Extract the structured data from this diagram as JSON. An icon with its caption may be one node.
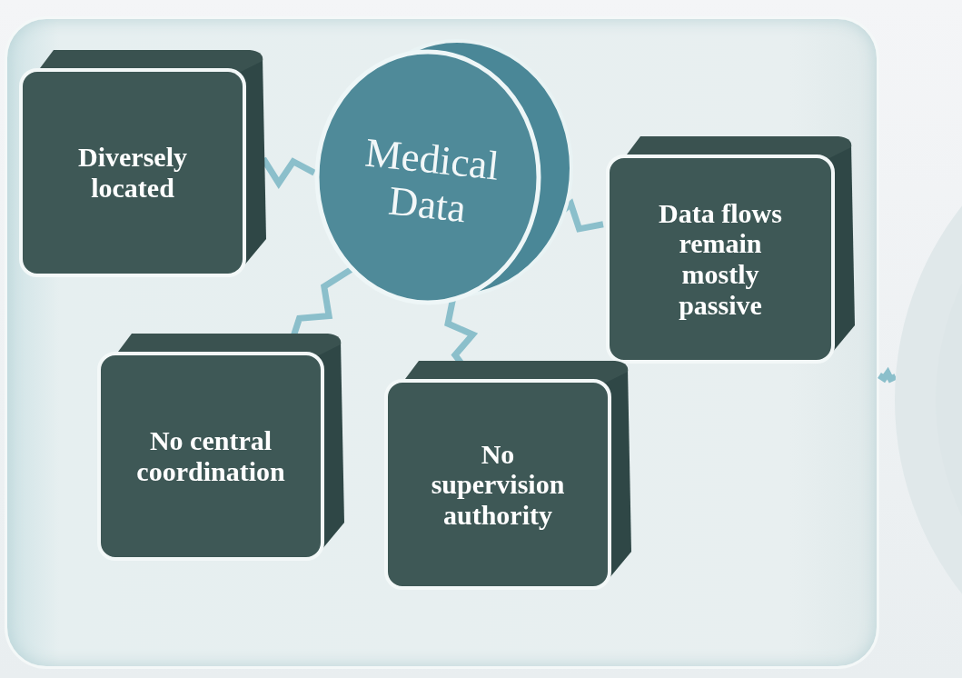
{
  "diagram": {
    "nodes": [
      {
        "text": [],
        "shape": "box"
      },
      {
        "text": [
          "Medical Data"
        ],
        "in": 0
      },
      {
        "text": [
          "Diversely located"
        ],
        "in": 0
      },
      {
        "text": [
          "Data flows remain mostly passive"
        ],
        "in": 0
      },
      {
        "text": [
          "No central coordination"
        ],
        "in": 0
      },
      {
        "text": [
          "No supervision authority"
        ],
        "in": 0
      },
      {
        "text": [],
        "shape": "circle"
      }
    ],
    "edges": [
      {
        "from": 1,
        "to": 2,
        "arrow": "none"
      },
      {
        "from": 1,
        "to": 3,
        "arrow": "none"
      },
      {
        "from": 1,
        "to": 4,
        "arrow": "none"
      },
      {
        "from": 1,
        "to": 5,
        "arrow": "none"
      },
      {
        "from": 0,
        "to": 6,
        "arrow": "none"
      }
    ]
  }
}
